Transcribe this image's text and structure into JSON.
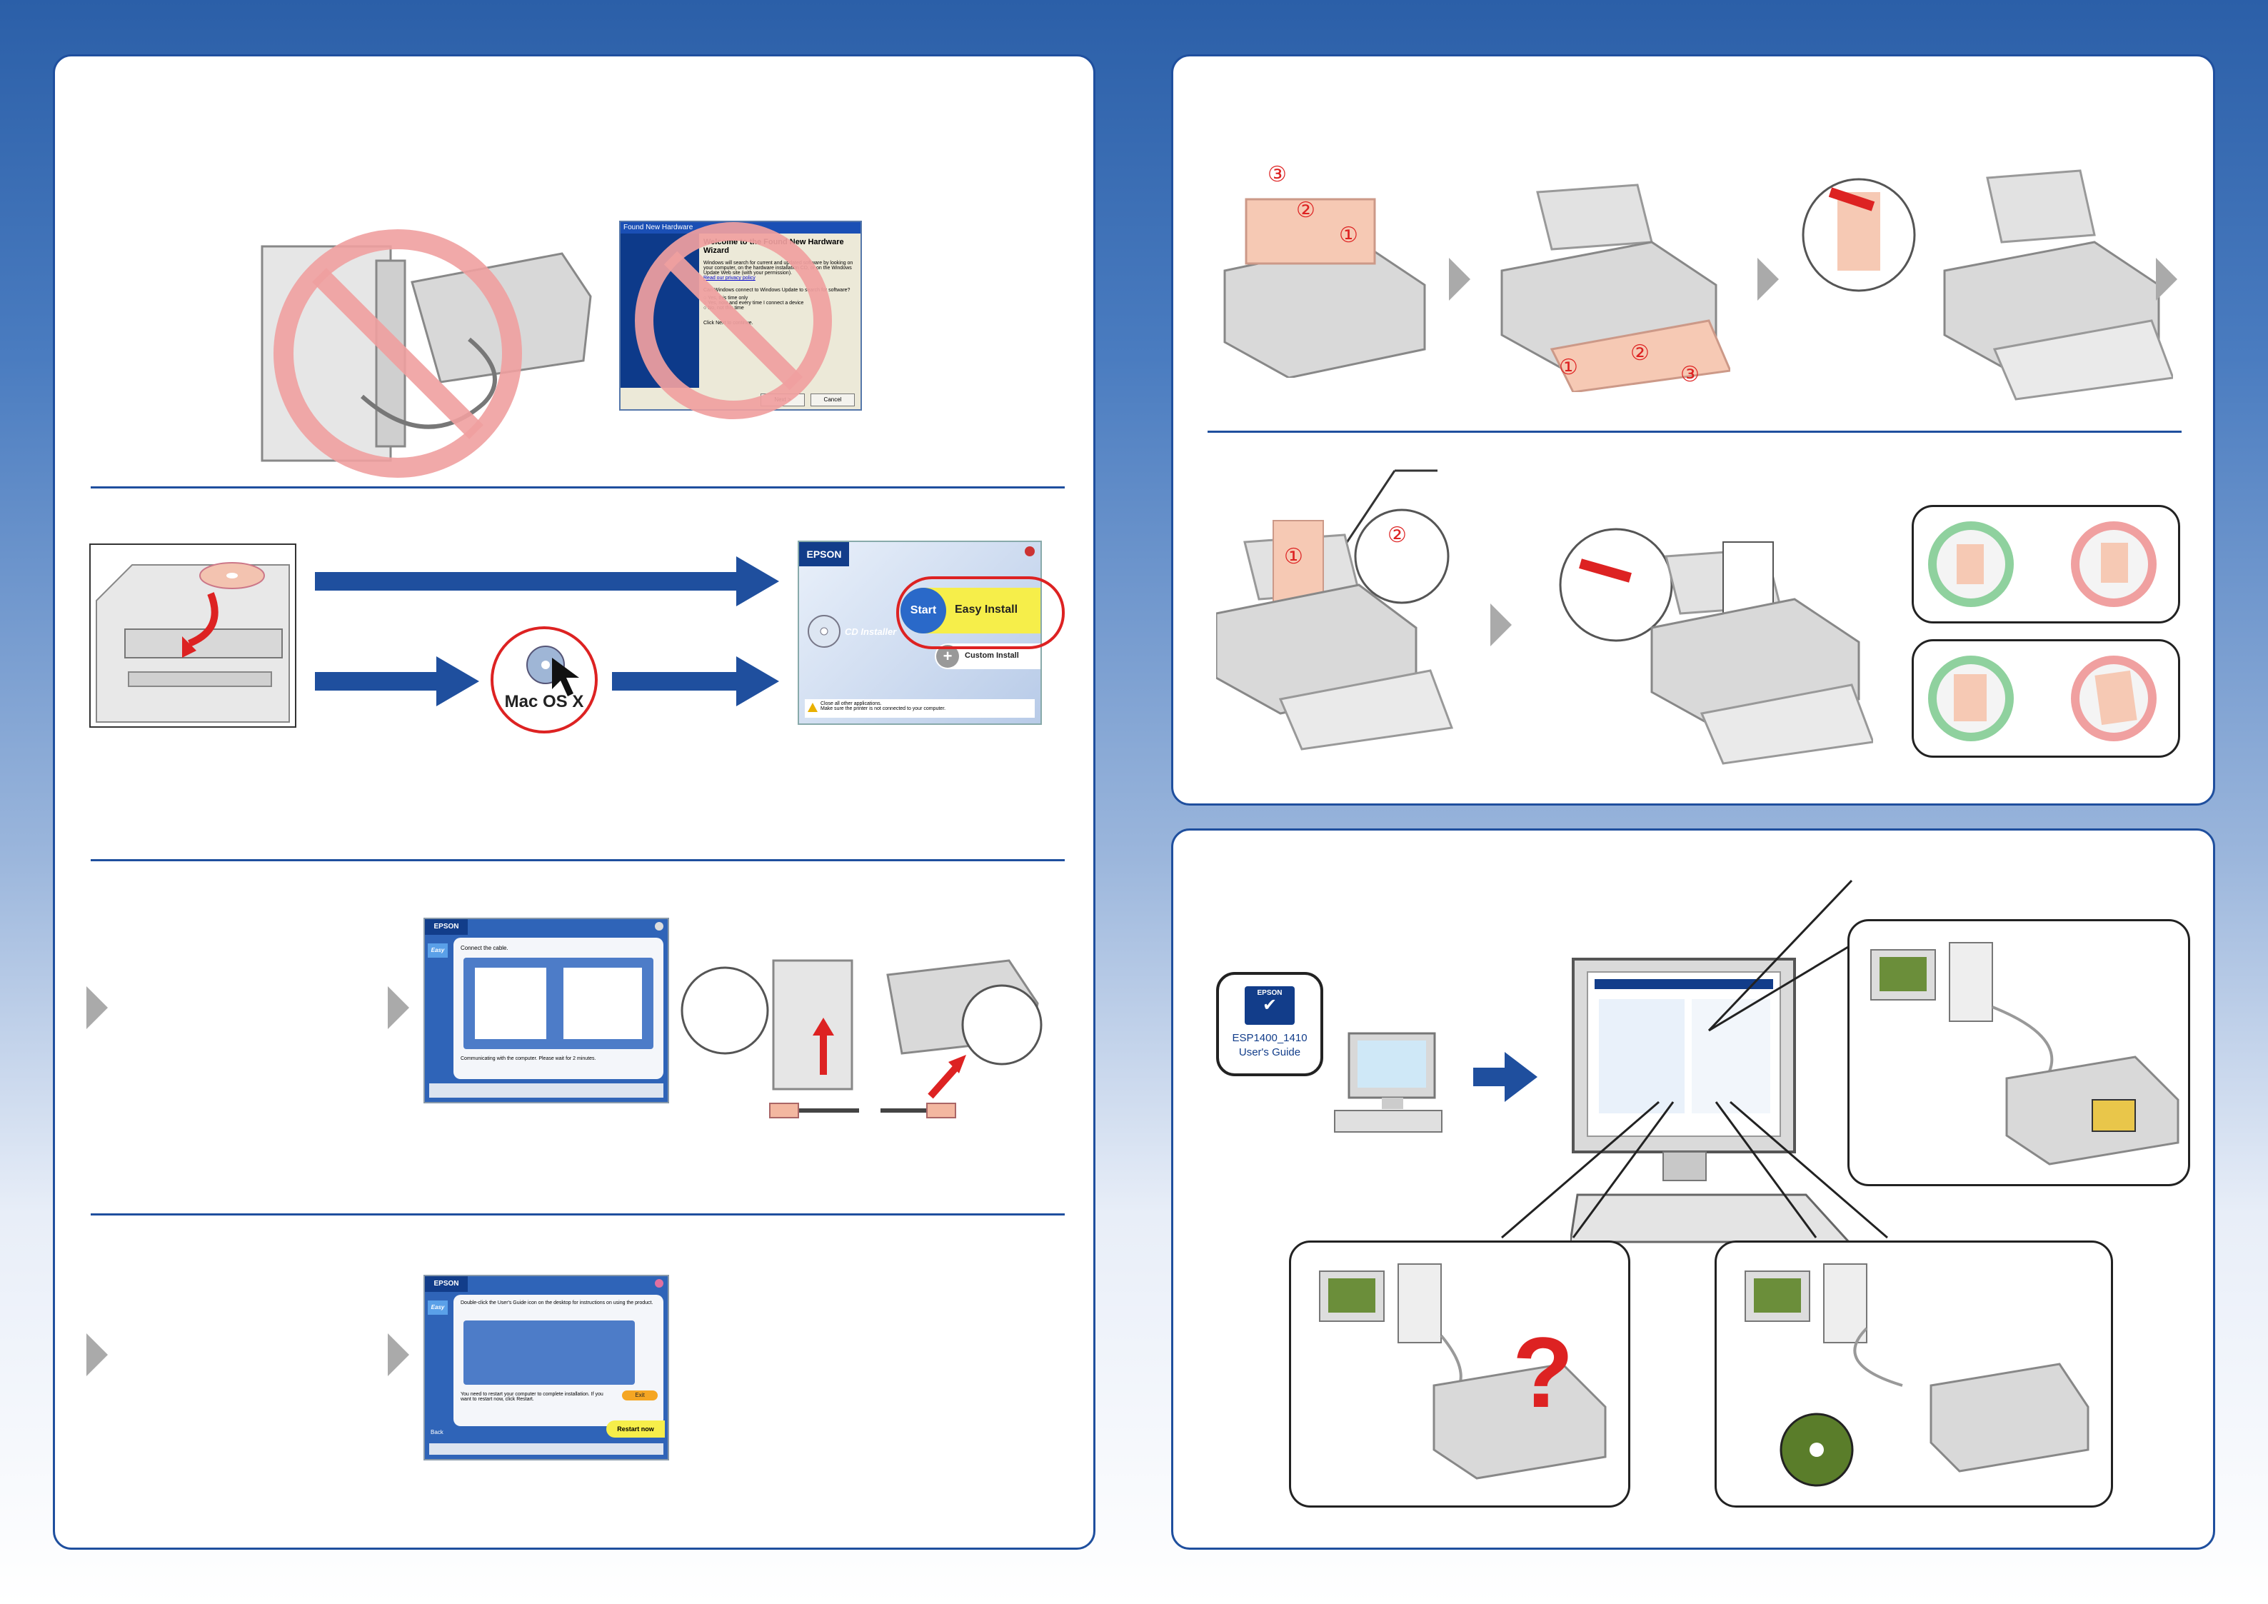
{
  "wizard": {
    "window_title": "Found New Hardware",
    "heading": "Welcome to the Found New Hardware Wizard",
    "body": "Windows will search for current and updated software by looking on your computer, on the hardware installation CD, or on the Windows Update Web site (with your permission).",
    "privacy": "Read our privacy policy",
    "question": "Can Windows connect to Windows Update to search for software?",
    "options": [
      "Yes, this time only",
      "Yes, now and every time I connect a device",
      "No, not this time"
    ],
    "footer": "Click Next to continue.",
    "next_label": "Next >",
    "cancel_label": "Cancel"
  },
  "installer": {
    "brand": "EPSON",
    "cd_label": "CD Installer",
    "start_label": "Start",
    "easy_install_label": "Easy Install",
    "custom_install_label": "Custom Install",
    "note_line1": "Close all other applications.",
    "note_line2": "Make sure the printer is not connected to your computer."
  },
  "mac_badge": "Mac OS X",
  "connect_screen": {
    "brand": "EPSON",
    "side_label": "Easy",
    "title": "Connect the cable.",
    "status": "Communicating with the computer. Please wait for 2 minutes."
  },
  "restart_screen": {
    "brand": "EPSON",
    "side_label": "Easy",
    "message": "Double-click the User's Guide icon on the desktop for instructions on using the product.",
    "restart_msg": "You need to restart your computer to complete installation. If you want to restart now, click Restart.",
    "back_label": "Back",
    "exit_label": "Exit",
    "restart_label": "Restart now"
  },
  "guide_icon": {
    "brand": "EPSON",
    "line1": "ESP1400_1410",
    "line2": "User's Guide"
  },
  "step_numbers": [
    "①",
    "②",
    "③"
  ],
  "colors": {
    "brand_blue": "#1f4f9e",
    "prohibit_red": "#f0a0a0",
    "ok_green": "#8fd19e",
    "paper_pink": "#f6c9b4"
  }
}
